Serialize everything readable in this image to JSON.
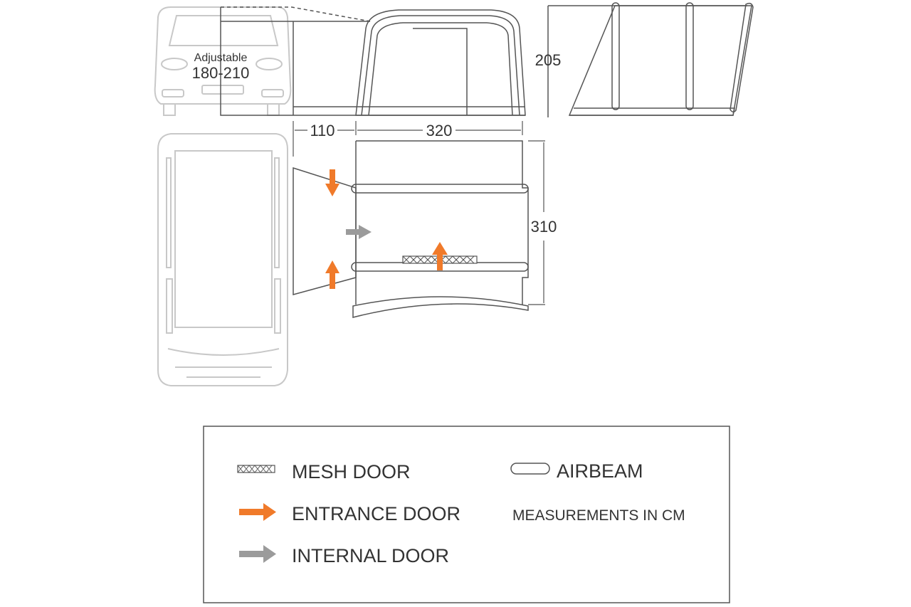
{
  "vehicle_height": {
    "label": "Adjustable",
    "range": "180-210"
  },
  "dimensions": {
    "height": "205",
    "connector_length": "110",
    "tent_width": "320",
    "tent_depth": "310"
  },
  "legend": {
    "mesh_door": "MESH DOOR",
    "entrance_door": "ENTRANCE DOOR",
    "internal_door": "INTERNAL DOOR",
    "airbeam": "AIRBEAM",
    "units_note": "MEASUREMENTS IN CM"
  },
  "colors": {
    "entrance_arrow": "#f07a2a",
    "internal_arrow": "#9b9b9b",
    "line": "#555555",
    "vehicle_line": "#c8c8c8"
  }
}
